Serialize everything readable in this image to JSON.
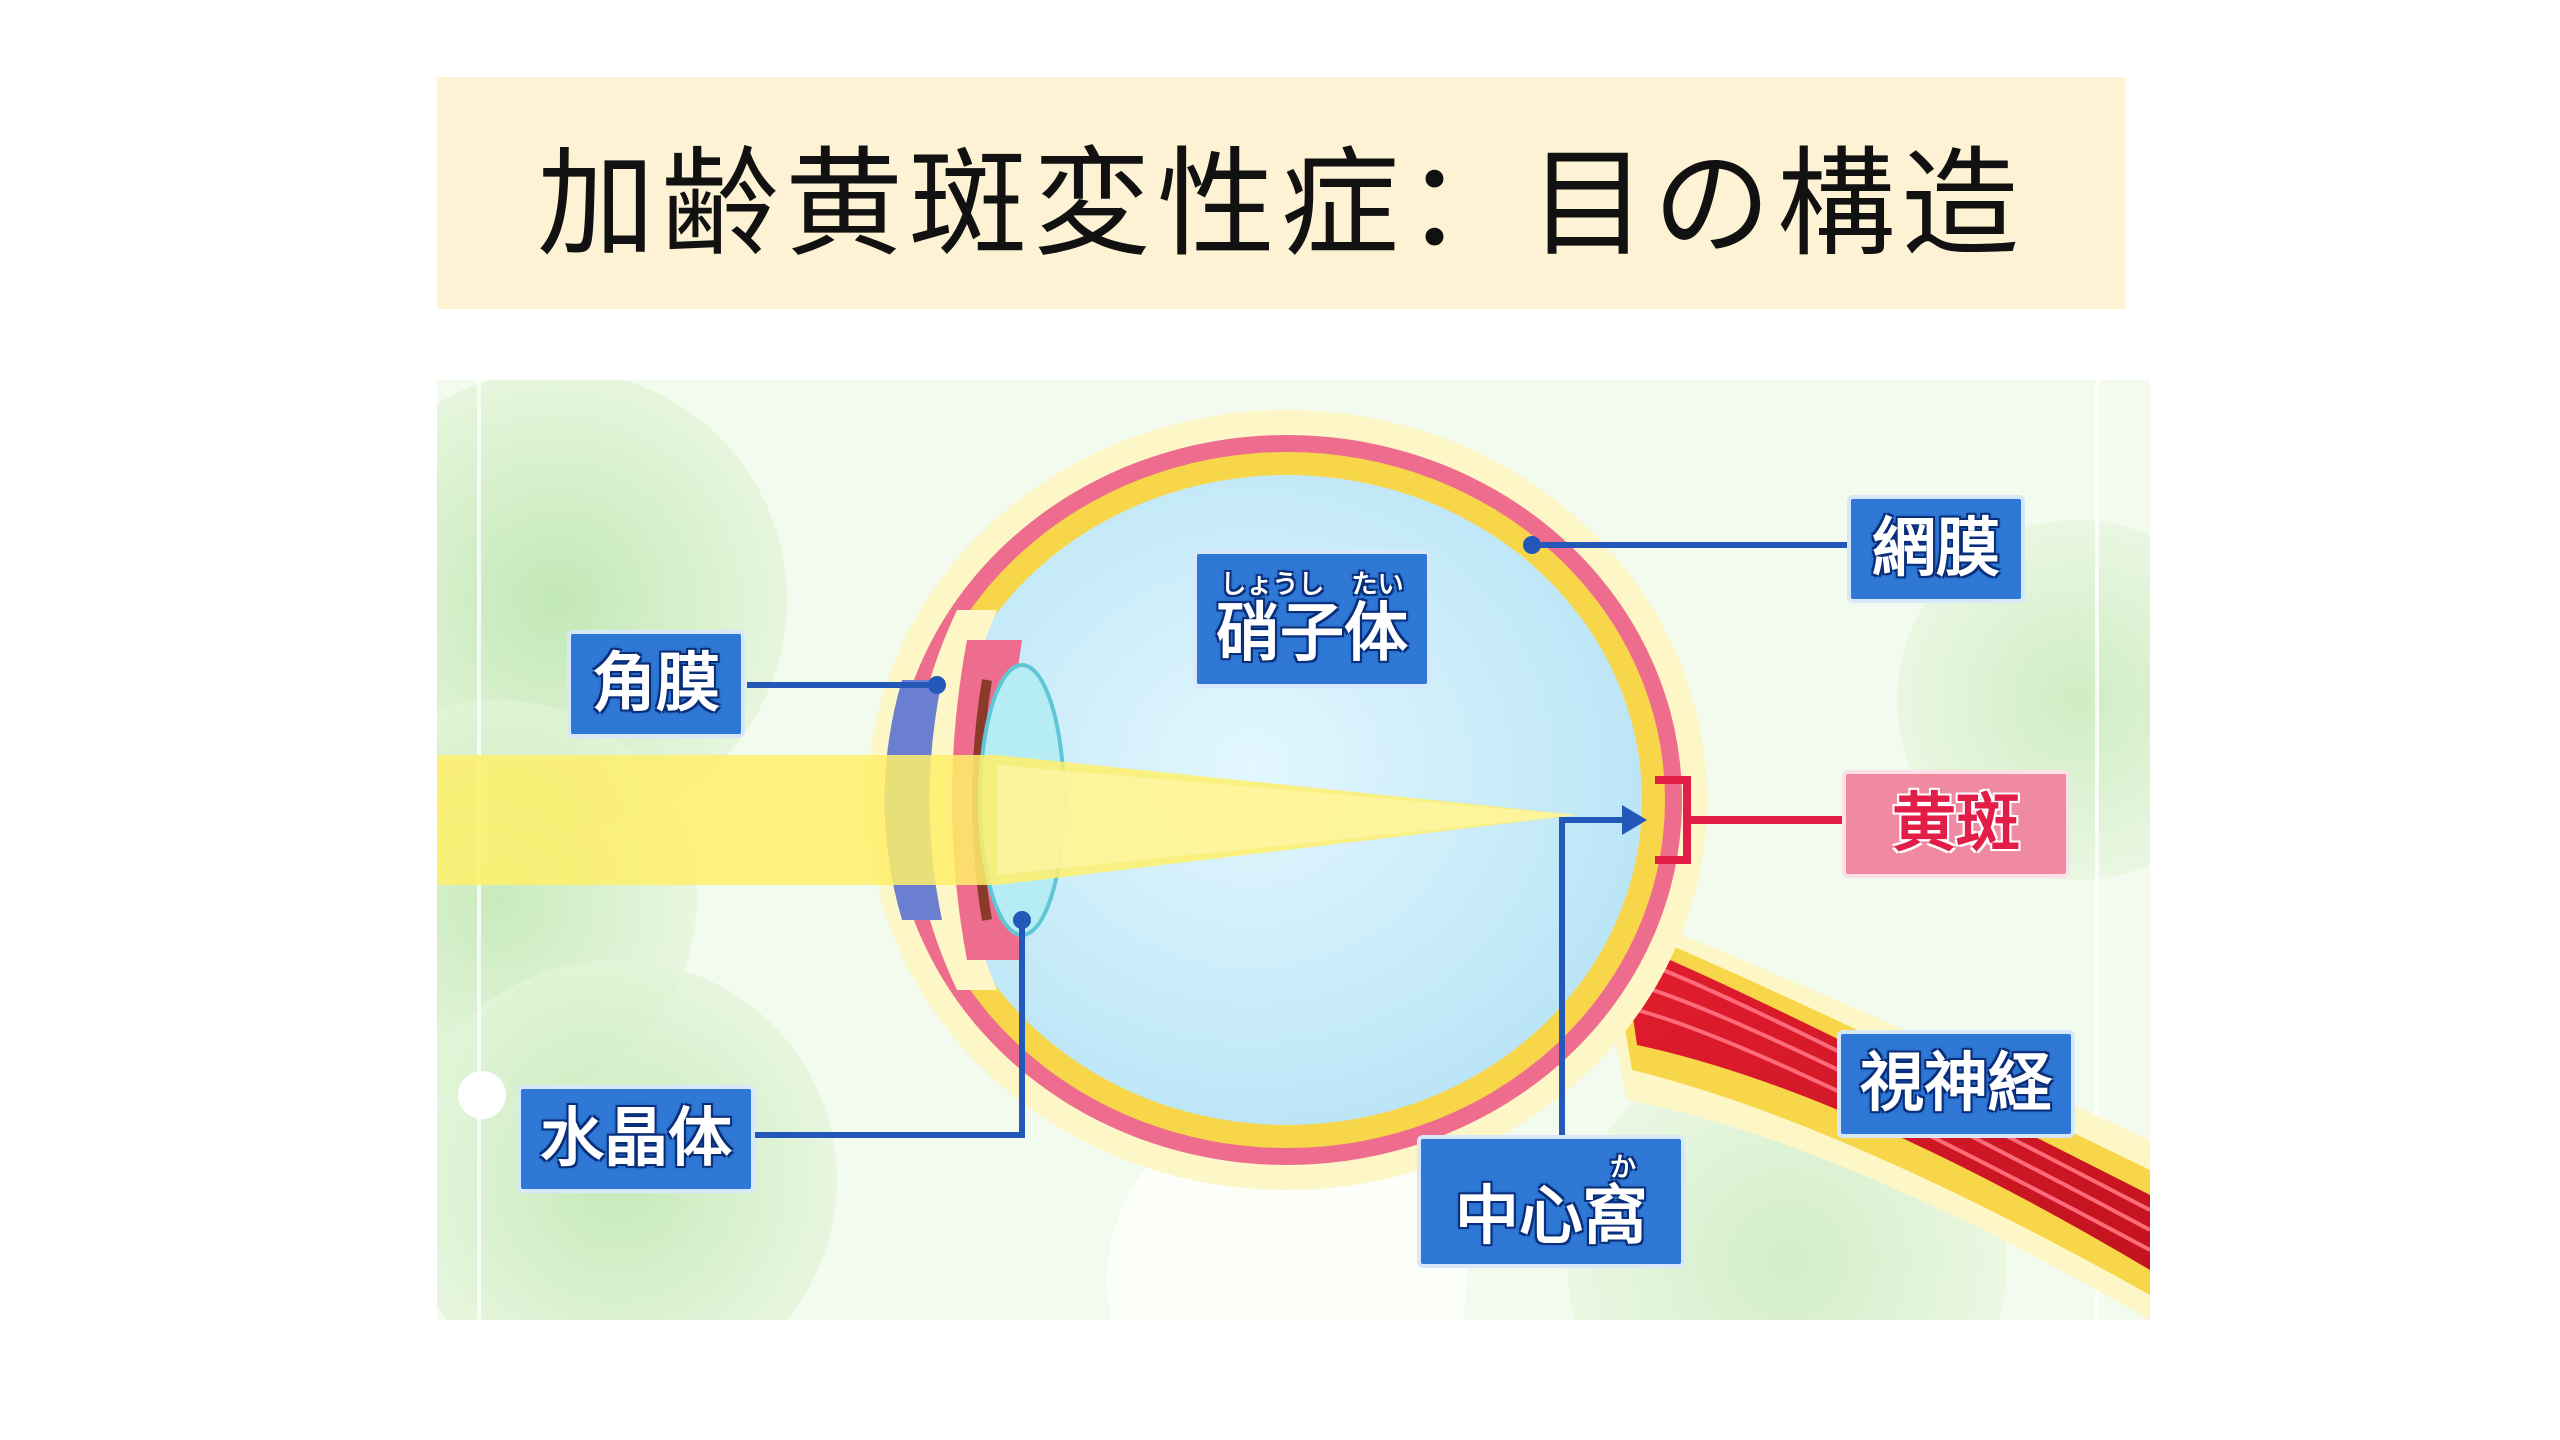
{
  "title": "加齢黄斑変性症：目の構造",
  "labels": {
    "cornea": "角膜",
    "vitreous": "硝子体",
    "vitreous_ruby_1": "しょうし",
    "vitreous_ruby_2": "たい",
    "retina": "網膜",
    "macula": "黄斑",
    "lens": "水晶体",
    "fovea": "中心窩",
    "fovea_ruby": "か",
    "optic_nerve": "視神経"
  },
  "colors": {
    "banner": "#fdf2d4",
    "label_blue": "#2f78d6",
    "label_pink": "#f08aa3",
    "vitreous": "#c9ecfa",
    "retina": "#ee6c8e",
    "choroid": "#f7d64a",
    "light_beam": "#fff06a"
  }
}
